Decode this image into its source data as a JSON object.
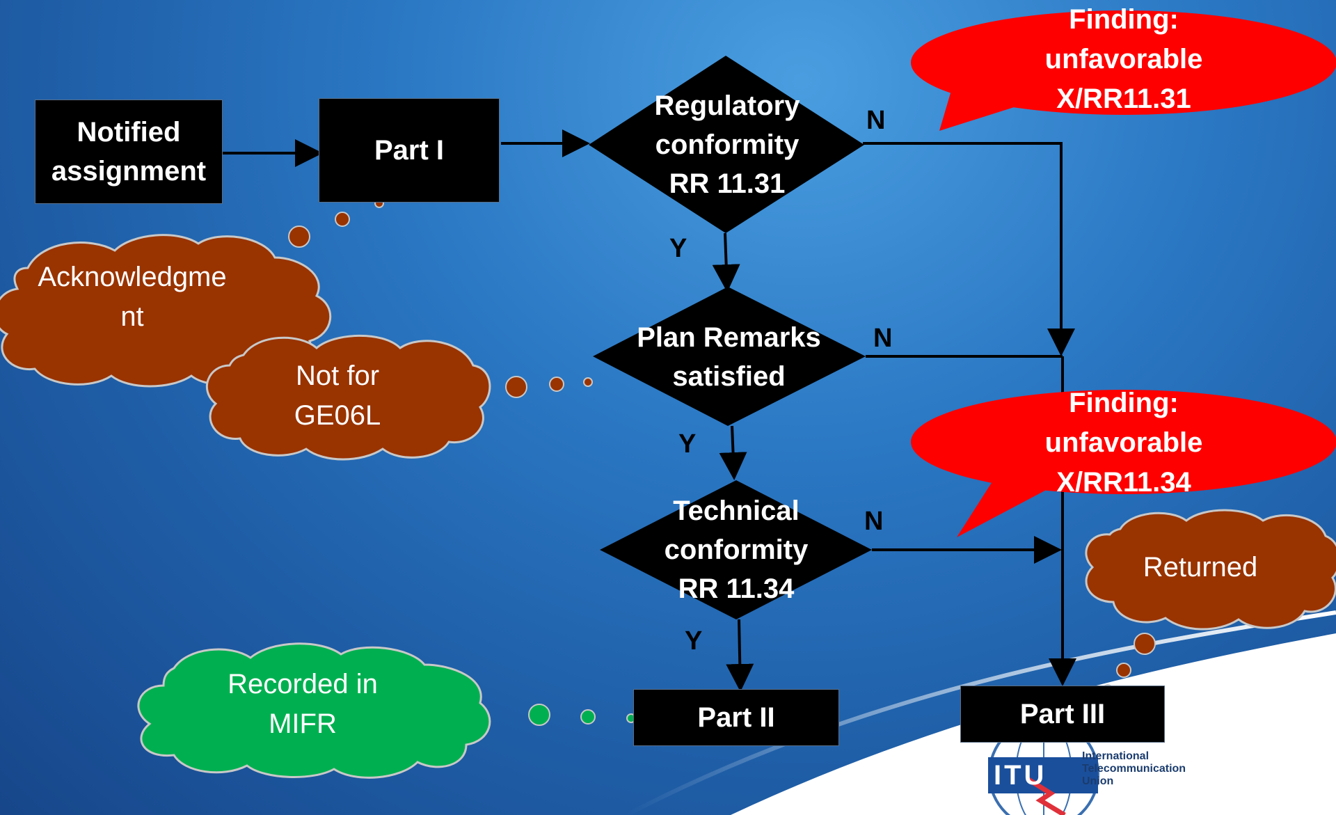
{
  "boxes": {
    "notified": "Notified\nassignment",
    "part1": "Part I",
    "part2": "Part II",
    "part3": "Part III"
  },
  "decisions": {
    "regulatory": "Regulatory\nconformity\nRR 11.31",
    "plan": "Plan Remarks\nsatisfied",
    "technical": "Technical\nconformity\nRR 11.34"
  },
  "labels": {
    "n1": "N",
    "n2": "N",
    "n3": "N",
    "y1": "Y",
    "y2": "Y",
    "y3": "Y"
  },
  "bubbles": {
    "finding1": "Finding:\nunfavorable\nX/RR11.31",
    "finding2": "Finding:\nunfavorable\nX/RR11.34"
  },
  "clouds": {
    "acknowledgment": "Acknowledgme\nnt",
    "not_for": "Not for\nGE06L",
    "recorded": "Recorded in\nMIFR",
    "returned": "Returned"
  },
  "logo": {
    "line1": "International",
    "line2": "Telecommunication",
    "line3": "Union",
    "mark": "ITU"
  },
  "colors": {
    "finding_red": "#ff0000",
    "cloud_brown": "#993300",
    "cloud_green": "#00b050"
  }
}
